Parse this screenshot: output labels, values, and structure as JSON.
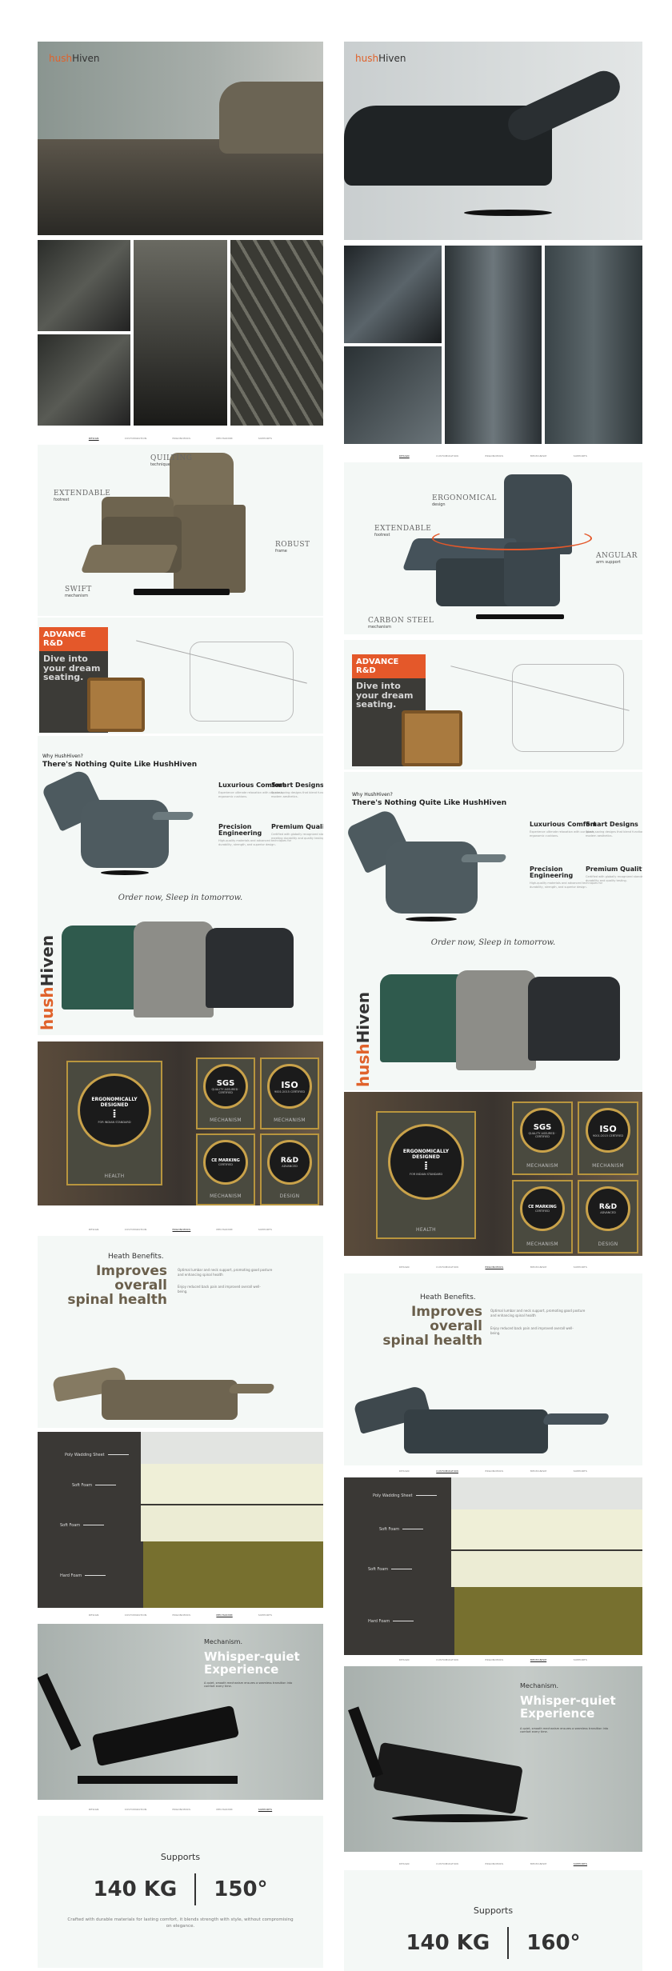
{
  "brand": {
    "accent": "hush",
    "name": "Hiven"
  },
  "nav": [
    "DESIGN",
    "CUSTOMIZATION",
    "ERGONOMICS",
    "MECHANISM",
    "SUPPORTS"
  ],
  "columns": [
    {
      "features": [
        {
          "title": "QUILTING",
          "sub": "technique"
        },
        {
          "title": "EXTENDABLE",
          "sub": "footrest"
        },
        {
          "title": "ROBUST",
          "sub": "frame"
        },
        {
          "title": "SWIFT",
          "sub": "mechanism"
        }
      ],
      "supports_angle": "150°"
    },
    {
      "features": [
        {
          "title": "ERGONOMICAL",
          "sub": "design"
        },
        {
          "title": "EXTENDABLE",
          "sub": "footrest"
        },
        {
          "title": "ANGULAR",
          "sub": "arm support"
        },
        {
          "title": "CARBON STEEL",
          "sub": "mechanism"
        }
      ],
      "supports_angle": "160°"
    }
  ],
  "rd": {
    "tag1": "ADVANCE",
    "tag2": "R&D",
    "text": "Dive into your dream seating."
  },
  "why": {
    "eyebrow": "Why HushHiven?",
    "title": "There's Nothing Quite Like HushHiven",
    "items": [
      {
        "title": "Luxurious Comfort",
        "desc": "Experience ultimate relaxation with our plush, ergonomic cushions."
      },
      {
        "title": "Smart Designs",
        "desc": "Space-saving designs that blend functionality with modern aesthetics."
      },
      {
        "title": "Precision Engineering",
        "desc": "High-quality materials and advanced techniques for durability, strength, and superior design."
      },
      {
        "title": "Premium Quality",
        "desc": "Certified with globally recognized standards, meeting durability and quality testing."
      }
    ]
  },
  "order": "Order now, Sleep in tomorrow.",
  "badges": [
    {
      "seal": "ERGONOMICALLY DESIGNED",
      "sub": "FOR INDIAN STANDARD",
      "label": "HEALTH"
    },
    {
      "seal": "SGS",
      "sub": "QUALITY ASSURED · CERTIFIED",
      "label": "MECHANISM"
    },
    {
      "seal": "ISO",
      "sub": "9001:2015 CERTIFIED",
      "label": "MECHANISM"
    },
    {
      "seal": "CE MARKING",
      "sub": "CERTIFIED",
      "label": "MECHANISM"
    },
    {
      "seal": "R&D",
      "sub": "ADVANCED",
      "label": "DESIGN"
    }
  ],
  "health": {
    "eyebrow": "Heath Benefits.",
    "line1": "Improves",
    "line2": "overall",
    "line3": "spinal health",
    "p1": "Optimal lumbar and neck support, promoting good posture and enhancing spinal health",
    "p2": "Enjoy reduced back pain and improved overall well-being."
  },
  "foam": [
    "Poly Wadding Sheet",
    "Soft Foam",
    "Soft Foam",
    "Hard Foam"
  ],
  "mech": {
    "eyebrow": "Mechanism.",
    "title": "Whisper-quiet Experience",
    "desc": "A quiet, smooth mechanism ensures a seamless transition into comfort every time."
  },
  "supports": {
    "title": "Supports",
    "weight": "140 KG",
    "desc": "Crafted with durable materials for lasting comfort, it blends strength with style, without compromising on elegance."
  },
  "colors": {
    "accent": "#e0622b",
    "gold": "#c9a24a",
    "brown_chair": "#6d6350",
    "slate_chair": "#3f4a50"
  }
}
